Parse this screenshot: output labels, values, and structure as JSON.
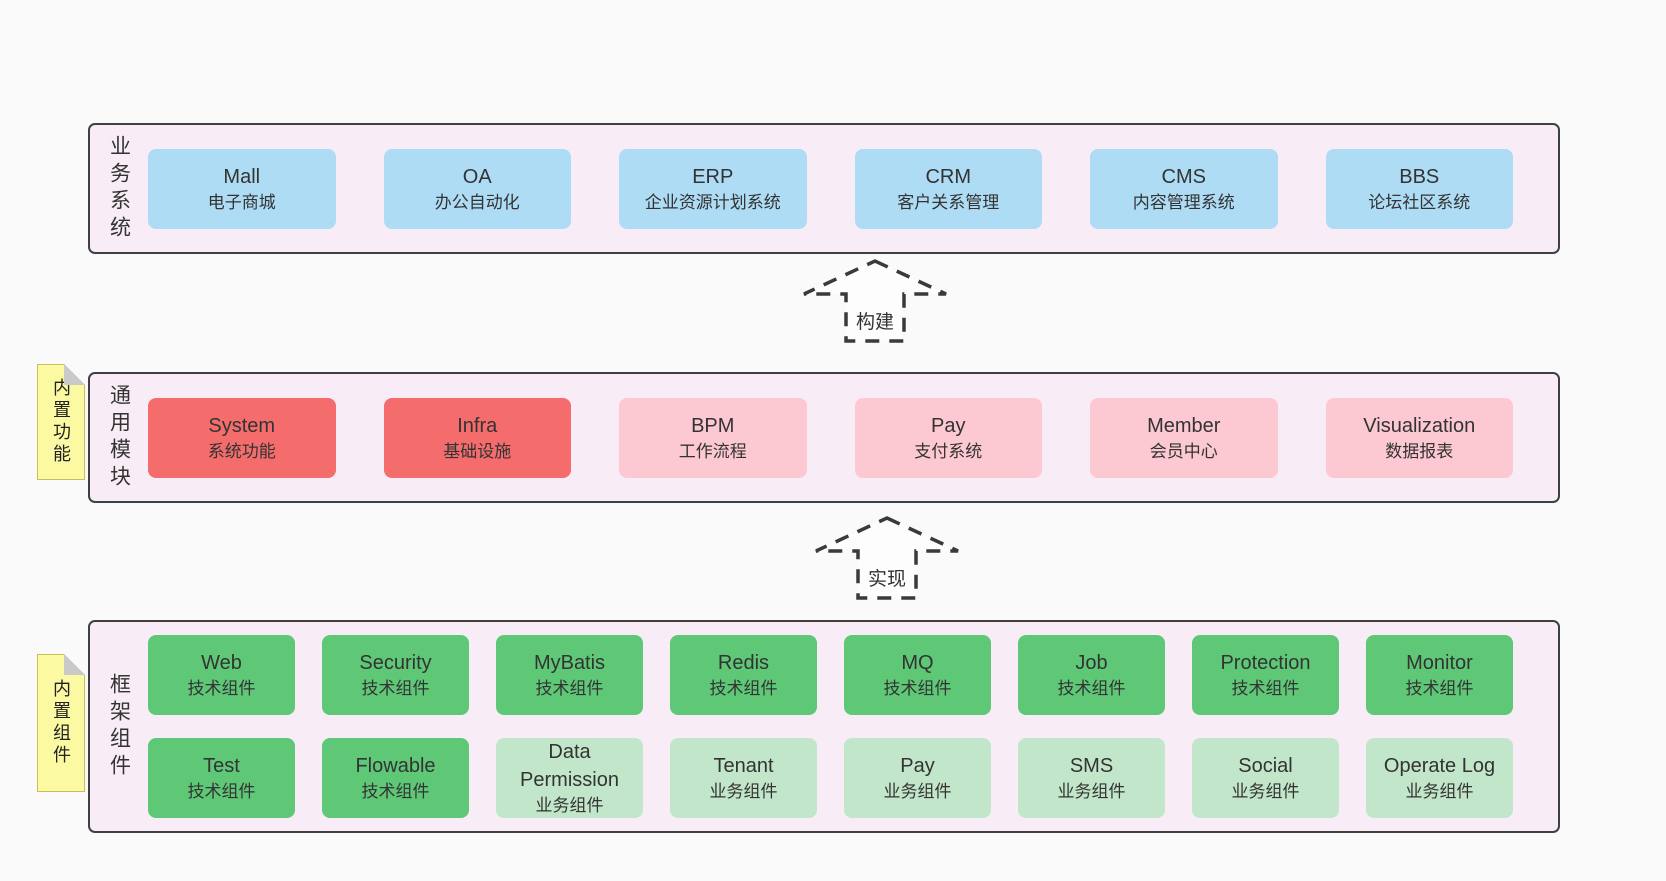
{
  "diagram": {
    "colors": {
      "canvas": "#fafafa",
      "band_background": "#f8edf6",
      "band_border": "#404040",
      "blue_box": "#aedcf5",
      "red_box": "#f56c6c",
      "pink_box": "#fcc8d2",
      "green_box": "#5ec877",
      "light_green_box": "#c2e6c9",
      "note_yellow": "#fbf9a1",
      "text": "#333333"
    },
    "bands": [
      {
        "label": "业务系统",
        "rows": [
          [
            {
              "name": "Mall",
              "desc": "电子商城",
              "variant": "blue"
            },
            {
              "name": "OA",
              "desc": "办公自动化",
              "variant": "blue"
            },
            {
              "name": "ERP",
              "desc": "企业资源计划系统",
              "variant": "blue"
            },
            {
              "name": "CRM",
              "desc": "客户关系管理",
              "variant": "blue"
            },
            {
              "name": "CMS",
              "desc": "内容管理系统",
              "variant": "blue"
            },
            {
              "name": "BBS",
              "desc": "论坛社区系统",
              "variant": "blue"
            }
          ]
        ]
      },
      {
        "label": "通用模块",
        "note": "内置功能",
        "rows": [
          [
            {
              "name": "System",
              "desc": "系统功能",
              "variant": "red"
            },
            {
              "name": "Infra",
              "desc": "基础设施",
              "variant": "red"
            },
            {
              "name": "BPM",
              "desc": "工作流程",
              "variant": "pink"
            },
            {
              "name": "Pay",
              "desc": "支付系统",
              "variant": "pink"
            },
            {
              "name": "Member",
              "desc": "会员中心",
              "variant": "pink"
            },
            {
              "name": "Visualization",
              "desc": "数据报表",
              "variant": "pink"
            }
          ]
        ]
      },
      {
        "label": "框架组件",
        "note": "内置组件",
        "rows": [
          [
            {
              "name": "Web",
              "desc": "技术组件",
              "variant": "green"
            },
            {
              "name": "Security",
              "desc": "技术组件",
              "variant": "green"
            },
            {
              "name": "MyBatis",
              "desc": "技术组件",
              "variant": "green"
            },
            {
              "name": "Redis",
              "desc": "技术组件",
              "variant": "green"
            },
            {
              "name": "MQ",
              "desc": "技术组件",
              "variant": "green"
            },
            {
              "name": "Job",
              "desc": "技术组件",
              "variant": "green"
            },
            {
              "name": "Protection",
              "desc": "技术组件",
              "variant": "green"
            },
            {
              "name": "Monitor",
              "desc": "技术组件",
              "variant": "green"
            }
          ],
          [
            {
              "name": "Test",
              "desc": "技术组件",
              "variant": "green"
            },
            {
              "name": "Flowable",
              "desc": "技术组件",
              "variant": "green"
            },
            {
              "name": "Data Permission",
              "desc": "业务组件",
              "variant": "lightgreen"
            },
            {
              "name": "Tenant",
              "desc": "业务组件",
              "variant": "lightgreen"
            },
            {
              "name": "Pay",
              "desc": "业务组件",
              "variant": "lightgreen"
            },
            {
              "name": "SMS",
              "desc": "业务组件",
              "variant": "lightgreen"
            },
            {
              "name": "Social",
              "desc": "业务组件",
              "variant": "lightgreen"
            },
            {
              "name": "Operate Log",
              "desc": "业务组件",
              "variant": "lightgreen"
            }
          ]
        ]
      }
    ],
    "arrows": [
      {
        "label": "构建"
      },
      {
        "label": "实现"
      }
    ]
  }
}
